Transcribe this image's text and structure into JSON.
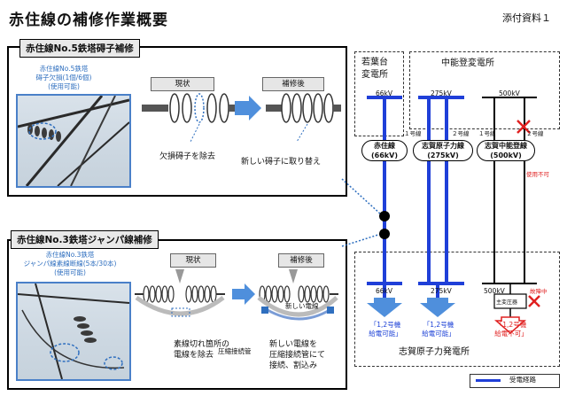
{
  "header": {
    "title": "赤住線の補修作業概要",
    "attachment": "添付資料１"
  },
  "panel1": {
    "tab": "赤住線No.5鉄塔碍子補修",
    "photo_caption": [
      "赤住線No.5鉄塔",
      "碍子欠損(1個/6個)",
      "(使用可能)"
    ],
    "before_label": "現状",
    "after_label": "補修後",
    "note_before": "欠損碍子を除去",
    "note_after": "新しい碍子に取り替え"
  },
  "panel2": {
    "tab": "赤住線No.3鉄塔ジャンパ線補修",
    "photo_caption": [
      "赤住線No.3鉄塔",
      "ジャンパ線素線断線(5本/30本)",
      "(使用可能)"
    ],
    "before_label": "現状",
    "after_label": "補修後",
    "note_before": [
      "素線切れ箇所の",
      "電線を除去"
    ],
    "note_mid": "圧縮接続管",
    "new_wire": "新しい電線",
    "note_after": [
      "新しい電線を",
      "圧縮接続管にて",
      "接続、割込み"
    ]
  },
  "diagram": {
    "wakabadai": [
      "若葉台",
      "変電所"
    ],
    "chunou": "中能登変電所",
    "top_kv": [
      "66kV",
      "275kV",
      "500kV"
    ],
    "line1": "１号線",
    "line2": "２号線",
    "line1b": "１号線",
    "line2b": "２号線",
    "line_akazumi": [
      "赤住線",
      "(66kV)"
    ],
    "line_shika_genshiryoku": [
      "志賀原子力線",
      "(275kV)"
    ],
    "line_shika_chunou": [
      "志賀中能登線",
      "(500kV)"
    ],
    "unusable": "使用不可",
    "bottom_kv": [
      "66kV",
      "275kV",
      "500kV"
    ],
    "fault": "故障中",
    "main_transformer": "主変圧器",
    "out1": [
      "「1,2号機",
      "給電可能」"
    ],
    "out2": [
      "「1,2号機",
      "給電可能」"
    ],
    "out3": [
      "「1,2号機",
      "給電不可」"
    ],
    "plant": "志賀原子力発電所",
    "legend": "受電経路"
  },
  "colors": {
    "route_blue": "#1f3fd8",
    "photo_border": "#4a80c8",
    "fault_red": "#e02020",
    "arrow_blue": "#4f8fdc"
  }
}
